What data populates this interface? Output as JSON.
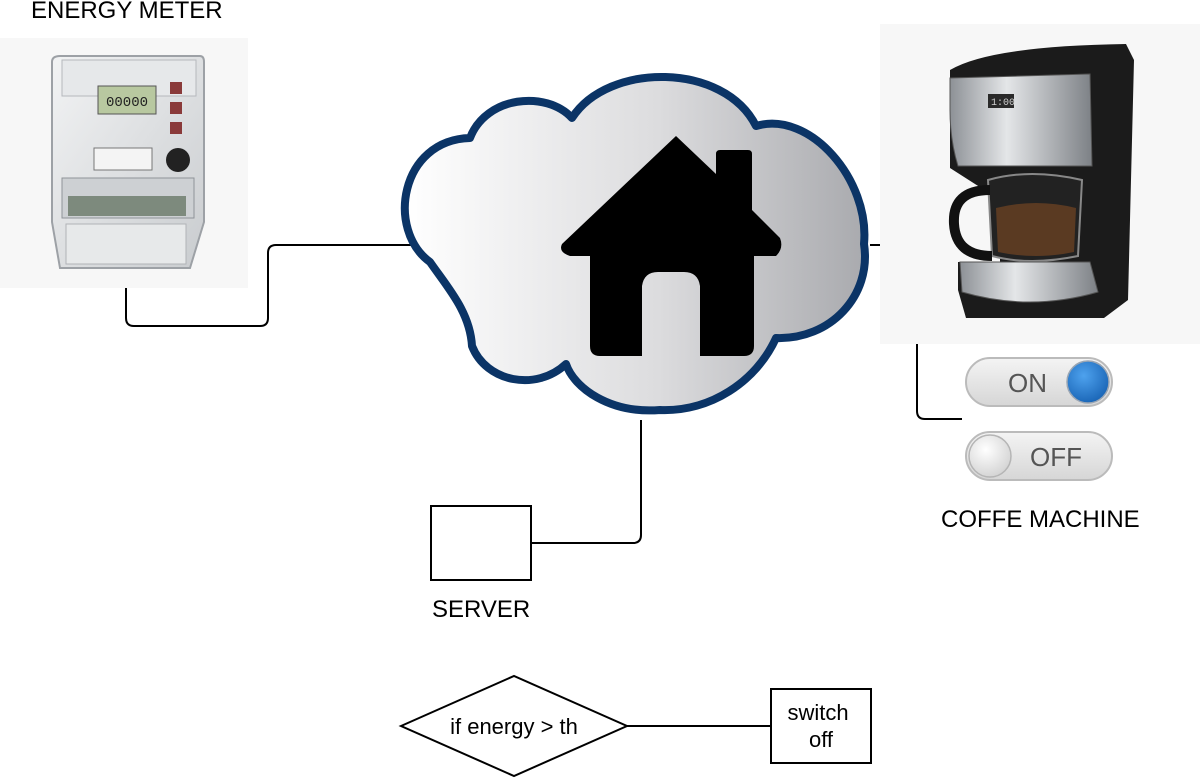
{
  "labels": {
    "energy_meter": "ENERGY METER",
    "coffee_machine": "COFFE MACHINE",
    "server": "SERVER"
  },
  "toggles": {
    "on_label": "ON",
    "off_label": "OFF"
  },
  "flow": {
    "decision": "if energy > th",
    "action_line1": "switch",
    "action_line2": "off"
  },
  "colors": {
    "cloud_outline": "#0b3466",
    "toggle_on_knob": "#1f78d1",
    "line": "#000000"
  },
  "icons": {
    "energy_meter": "energy-meter-image",
    "coffee_machine": "coffee-machine-image",
    "home": "home-icon"
  }
}
